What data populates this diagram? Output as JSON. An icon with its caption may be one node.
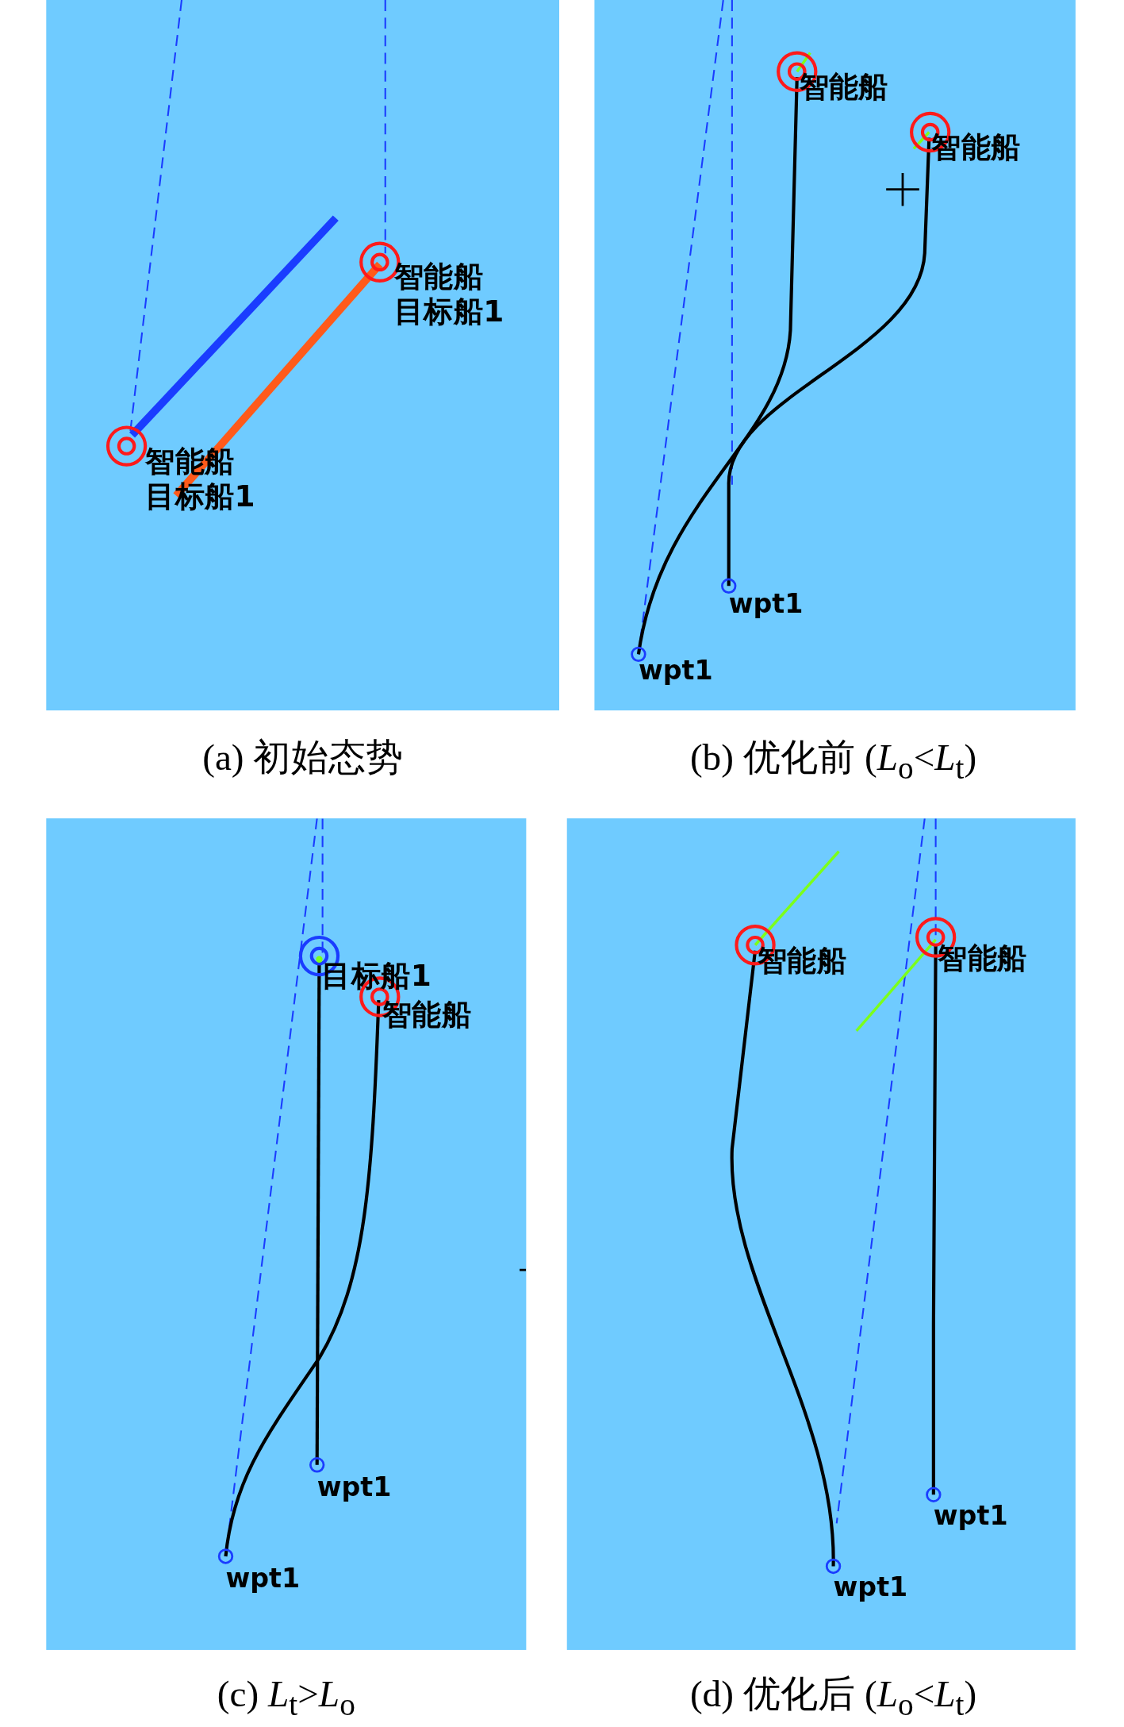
{
  "diagram": {
    "nodes": [
      {
        "text": [
          "智能船",
          "目标船1",
          "智能船",
          "目标船1"
        ],
        "beside": [
          "(a) 初始态势"
        ]
      },
      {
        "text": [
          "智能船",
          "智能船",
          "wpt1",
          "wpt1"
        ],
        "beside": [
          "(b) 优化前 (*L*$_{o}$<*L*$_{t}$)"
        ]
      },
      {
        "text": [
          "目标船1",
          "智能船",
          "wpt1",
          "wpt1"
        ],
        "beside": [
          "(c) *L*$_{t}$>*L*$_{o}$"
        ]
      },
      {
        "text": [
          "智能船",
          "智能船",
          "wpt1",
          "wpt1"
        ],
        "beside": [
          "(d) 优化后 (*L*$_{o}$<*L*$_{t}$)"
        ]
      }
    ]
  }
}
